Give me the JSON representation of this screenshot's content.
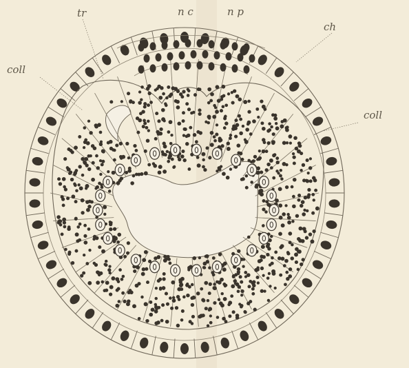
{
  "labels": {
    "tr": "tr",
    "nc": "n c",
    "np": "n p",
    "ch": "ch",
    "coll_left": "coll",
    "coll_right": "coll"
  },
  "colors": {
    "background": "#f3ecd9",
    "ink": "#3a342c",
    "cell_fill": "#efe6d2"
  }
}
